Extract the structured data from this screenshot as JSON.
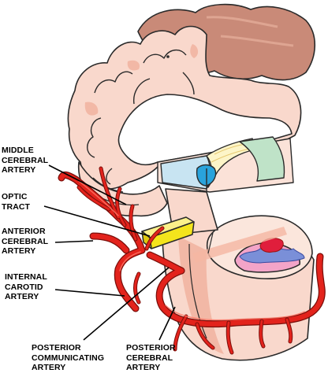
{
  "labels": {
    "middle_cerebral_artery": "MIDDLE\nCEREBRAL\nARTERY",
    "optic_tract": "OPTIC\nTRACT",
    "anterior_cerebral_artery": "ANTERIOR\nCEREBRAL\nARTERY",
    "internal_carotid_artery": "INTERNAL\nCAROTID\nARTERY",
    "posterior_communicating_artery": "POSTERIOR\nCOMMUNICATING\nARTERY",
    "posterior_cerebral_artery": "POSTERIOR\nCEREBRAL\nARTERY"
  },
  "colors": {
    "outline": "#2a2a2a",
    "brain_light": "#f9d8cc",
    "brain_mid": "#f2b8a6",
    "brain_brown": "#c98a78",
    "artery": "#e3231c",
    "artery_dark": "#9c1410",
    "optic_tract": "#f4e41c",
    "thalamus_blue": "#c8e4f2",
    "internal_capsule": "#fdf5c8",
    "striatum_green": "#bfe3c8",
    "ventricle_blue": "#29a3dc",
    "red_nucleus_pink": "#f3a4c8",
    "substantia_nigra_blue": "#7a8fd8",
    "nucleus_red": "#e01e3c"
  }
}
